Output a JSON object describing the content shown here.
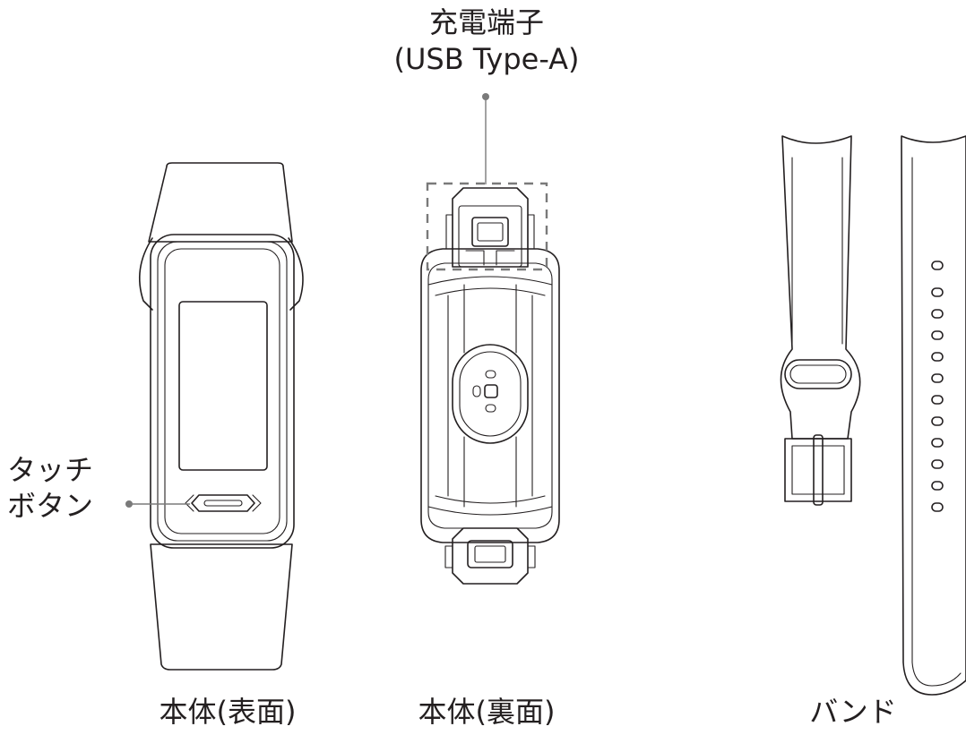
{
  "callouts": {
    "charging_port": {
      "line1": "充電端子",
      "line2": "(USB Type-A)"
    },
    "touch_button": {
      "line1": "タッチ",
      "line2": "ボタン"
    }
  },
  "captions": {
    "front": "本体(表面)",
    "back": "本体(裏面)",
    "band": "バンド"
  },
  "colors": {
    "line": "#231f20",
    "callout": "#7a7a7a",
    "background": "#ffffff"
  }
}
